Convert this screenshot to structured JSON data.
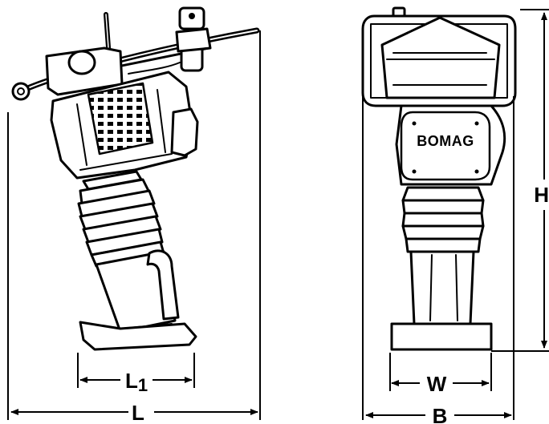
{
  "figure": {
    "side_view": {
      "dim_l1": "L1",
      "dim_l1_main": "L",
      "dim_l1_sub": "1",
      "dim_l": "L"
    },
    "front_view": {
      "brand": "BOMAG",
      "dim_w": "W",
      "dim_b": "B",
      "dim_h": "H"
    }
  },
  "colors": {
    "ink": "#000000",
    "paper": "#ffffff"
  }
}
